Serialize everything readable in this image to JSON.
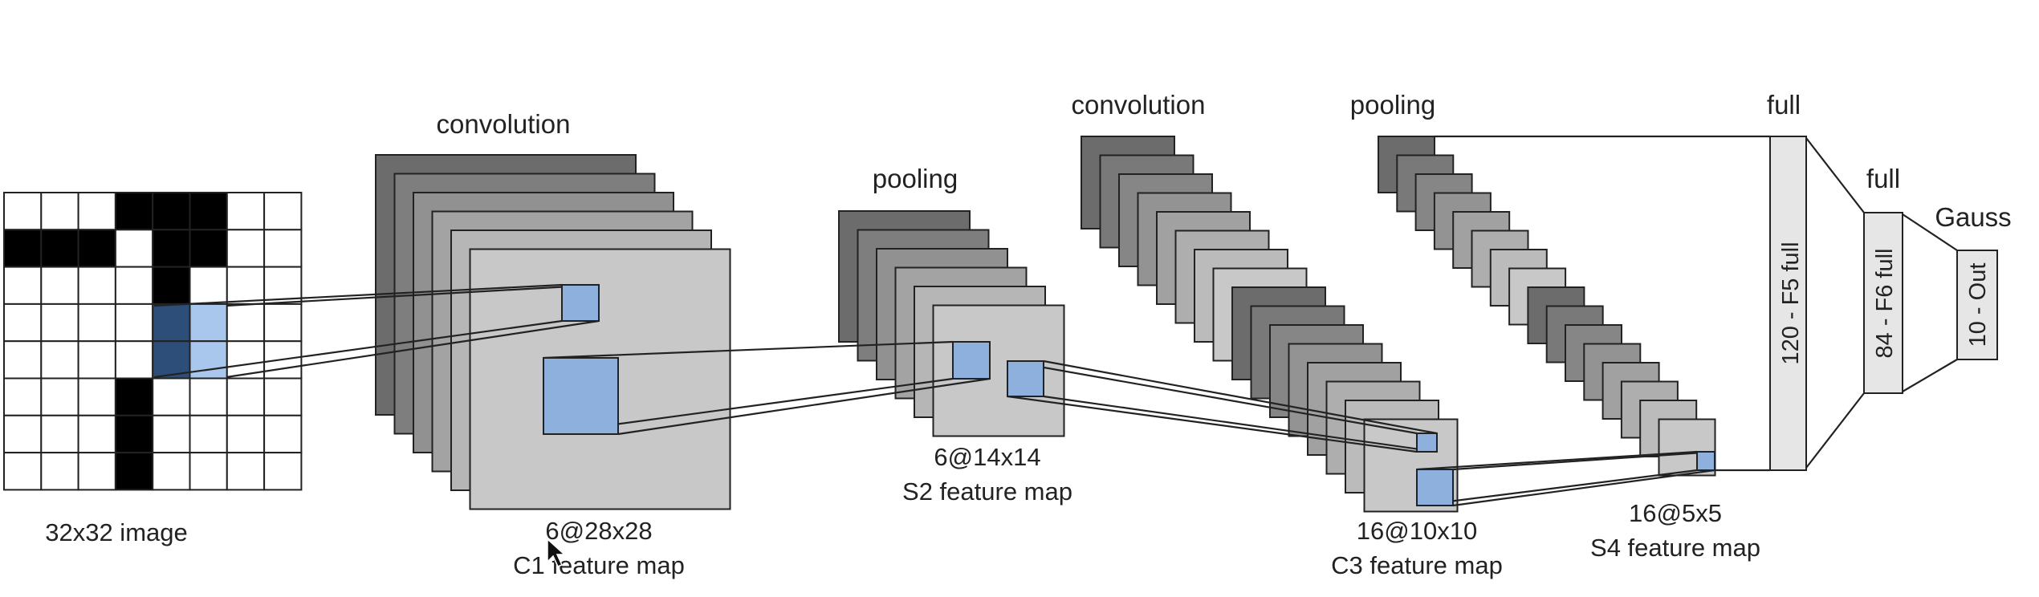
{
  "labels": {
    "input": "32x32 image",
    "conv1_op": "convolution",
    "c1_size": "6@28x28",
    "c1_name": "C1 feature map",
    "pool1_op": "pooling",
    "s2_size": "6@14x14",
    "s2_name": "S2 feature map",
    "conv2_op": "convolution",
    "pool2_op": "pooling",
    "c3_size": "16@10x10",
    "c3_name": "C3 feature map",
    "s4_size": "16@5x5",
    "s4_name": "S4 feature map",
    "f5_op": "full",
    "f5": "120 - F5 full",
    "f6_op": "full",
    "f6": "84 - F6 full",
    "out_op": "Gauss",
    "out": "10 - Out"
  },
  "colors": {
    "highlight": "#8eb0dd",
    "highlight_dark": "#2d4e78",
    "highlight_light": "#a9c6ec",
    "map_front": "#c8c8c8",
    "map_back": "#6c6c6c",
    "full_layer": "#e6e6e6"
  },
  "input_grid": {
    "cells": 8,
    "black_cells": [
      [
        0,
        3
      ],
      [
        0,
        4
      ],
      [
        0,
        5
      ],
      [
        1,
        0
      ],
      [
        1,
        1
      ],
      [
        1,
        2
      ],
      [
        1,
        4
      ],
      [
        1,
        5
      ],
      [
        2,
        4
      ],
      [
        5,
        3
      ],
      [
        6,
        3
      ],
      [
        7,
        3
      ]
    ],
    "highlight_dark_cells": [
      [
        3,
        4
      ],
      [
        4,
        4
      ]
    ],
    "highlight_light_cells": [
      [
        3,
        5
      ],
      [
        4,
        5
      ]
    ]
  },
  "stacks": {
    "c1": 6,
    "s2": 6,
    "c3": 16,
    "s4": 16
  }
}
